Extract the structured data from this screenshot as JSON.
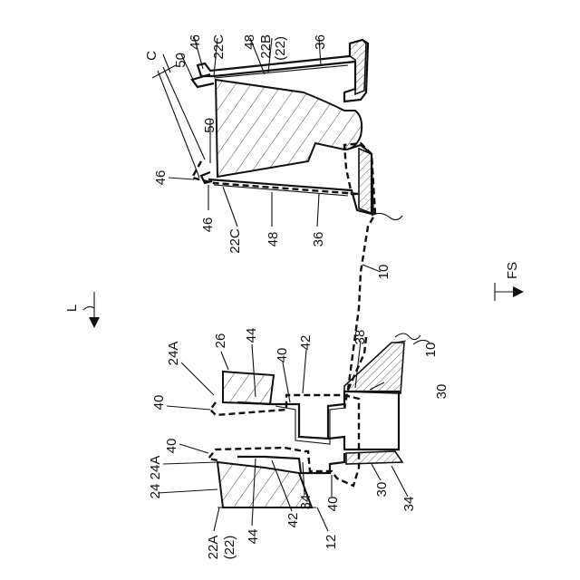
{
  "labels": {
    "l46a": "46",
    "l22c_top": "22C",
    "l48_top": "48",
    "l22b": "22B",
    "l22b_sub": "(22)",
    "l36_top": "36",
    "l50_top": "50",
    "lC": "C",
    "l50_mid": "50",
    "l46_left": "46",
    "l46_low": "46",
    "l22c_low": "22C",
    "l48_low": "48",
    "l36_low": "36",
    "l10_mid": "10",
    "lFS": "FS",
    "lL": "L",
    "l26": "26",
    "l44_top": "44",
    "l24a_top": "24A",
    "l40_top": "40",
    "l42_top": "42",
    "l38": "38",
    "l10_low": "10",
    "l40_left": "40",
    "l30_right": "30",
    "l40_left2": "40",
    "l24a_low": "24A",
    "l24": "24",
    "l34": "34",
    "l40_low": "40",
    "l30_low": "30",
    "l34_low": "34",
    "l42_low": "42",
    "l22a": "22A",
    "l22a_sub": "(22)",
    "l44_low": "44",
    "l12": "12"
  }
}
